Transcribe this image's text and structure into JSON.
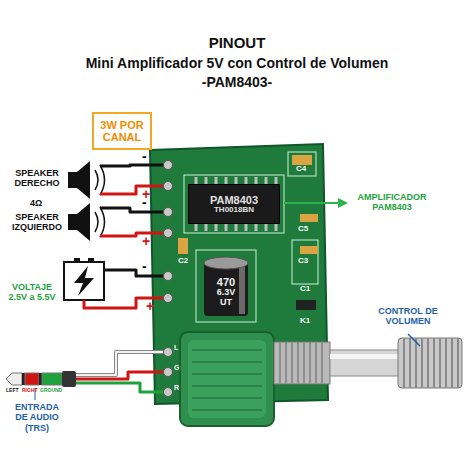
{
  "diagram": {
    "title": "PINOUT",
    "nodes": [
      {
        "text": [
          "3W POR CANAL"
        ]
      },
      {
        "text": [
          "PAM8403",
          "TH0018BN"
        ]
      },
      {
        "text": [
          "470",
          "6.3V",
          "UT"
        ]
      }
    ],
    "labels": [
      "Mini Amplificador 5V con Control de Volumen",
      "-PAM8403-",
      "SPEAKER DERECHO",
      "4Ω",
      "SPEAKER IZQUIERDO",
      "VOLTAJE 2.5V a 5.5V",
      "AMPLIFICADOR PAM8403",
      "CONTROL DE VOLUMEN",
      "ENTRADA DE AUDIO (TRS)",
      "LEFT",
      "RIGHT",
      "GROUND",
      "-",
      "+",
      "-",
      "+",
      "-",
      "+",
      "C4",
      "C5",
      "C3",
      "C2",
      "C1",
      "K1",
      "L",
      "G",
      "R"
    ]
  }
}
